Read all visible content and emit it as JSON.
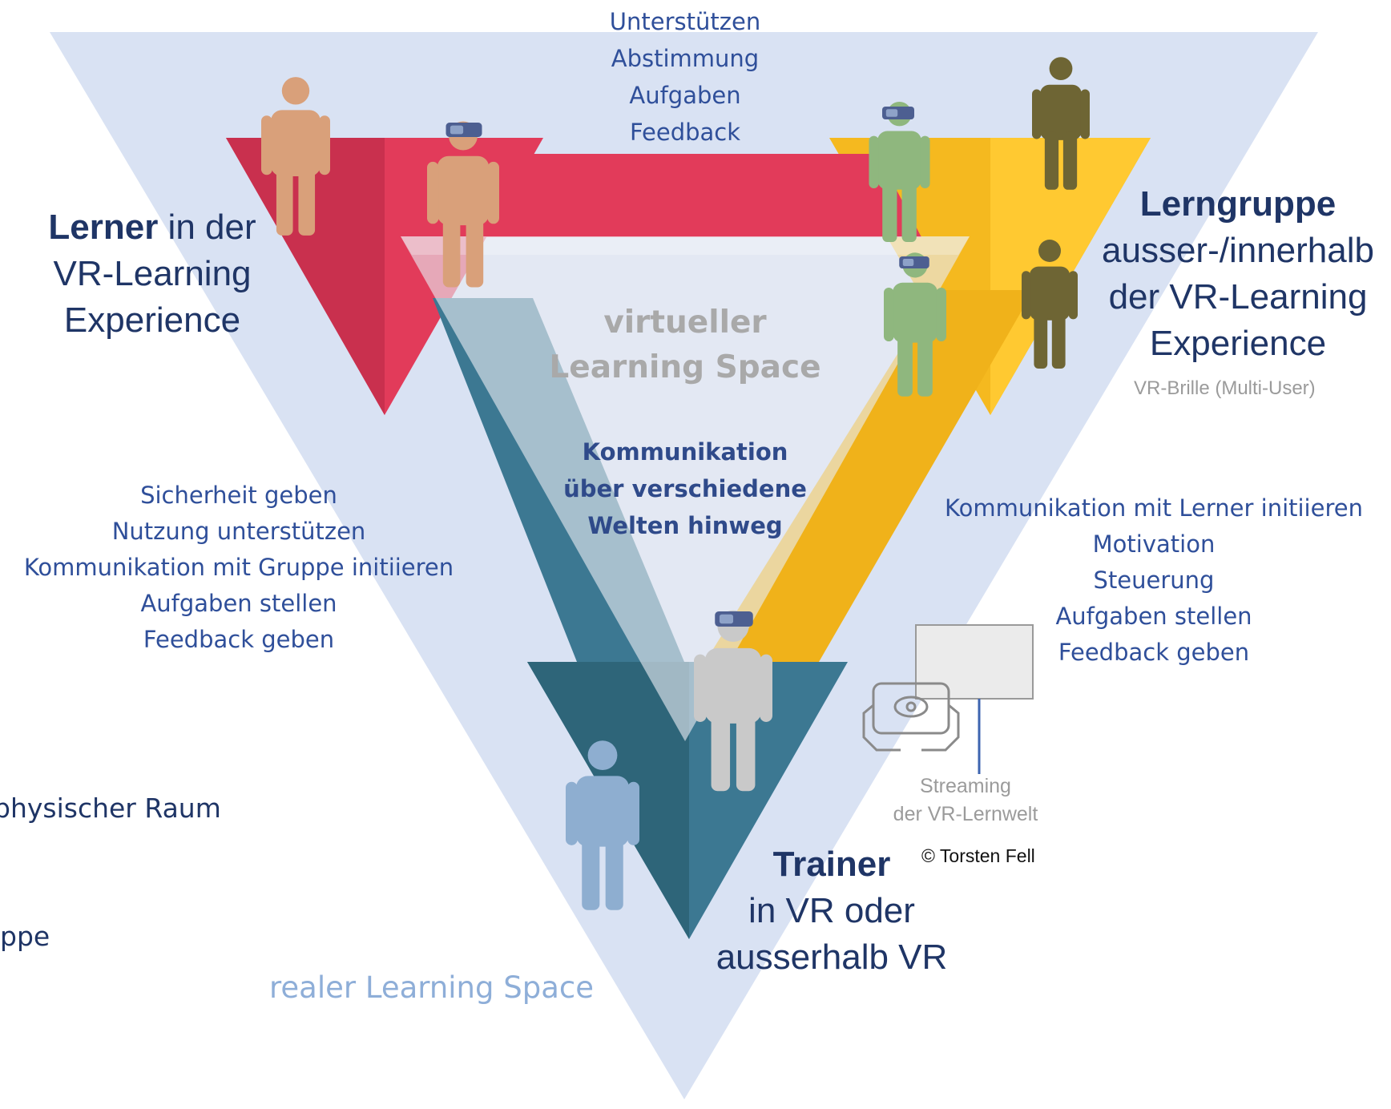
{
  "learner": {
    "bold": "Lerner",
    "rest": " in der",
    "line2": "VR-Learning",
    "line3": "Experience"
  },
  "group": {
    "bold": "Lerngruppe",
    "line2": "ausser-/innerhalb",
    "line3": "der VR-Learning",
    "line4": "Experience",
    "note": "VR-Brille (Multi-User)"
  },
  "trainer": {
    "bold": "Trainer",
    "line2": "in VR oder",
    "line3": "ausserhalb VR"
  },
  "top_actions": [
    "Unterstützen",
    "Abstimmung",
    "Aufgaben",
    "Feedback"
  ],
  "left_actions": [
    "Sicherheit geben",
    "Nutzung unterstützen",
    "Kommunikation mit Gruppe initiieren",
    "Aufgaben stellen",
    "Feedback geben"
  ],
  "right_actions": [
    "Kommunikation mit Lerner initiieren",
    "Motivation",
    "Steuerung",
    "Aufgaben stellen",
    "Feedback geben"
  ],
  "virtual_space": [
    "virtueller",
    "Learning Space"
  ],
  "communication": [
    "Kommunikation",
    "über verschiedene",
    "Welten hinweg"
  ],
  "real_space": "realer Learning Space",
  "physical_room": "physischer Raum",
  "cut_off_label": "ppe",
  "streaming": [
    "Streaming",
    "der VR-Lernwelt"
  ],
  "copyright": "© Torsten Fell",
  "icons": [
    "person-icon",
    "vr-headset-person-icon",
    "streaming-screen-icon",
    "tablet-eye-icon"
  ],
  "colors": {
    "outer_triangle": "#d9e2f3",
    "learner_red": "#e23b5a",
    "group_yellow": "#f5b91f",
    "trainer_teal": "#3c7892",
    "learner_person": "#d9a07a",
    "group_person_dark": "#6e6534",
    "group_person_vr": "#8fb77e",
    "trainer_person": "#c9c9c9",
    "real_person": "#8eaed0",
    "text_blue": "#2f4f9a"
  }
}
